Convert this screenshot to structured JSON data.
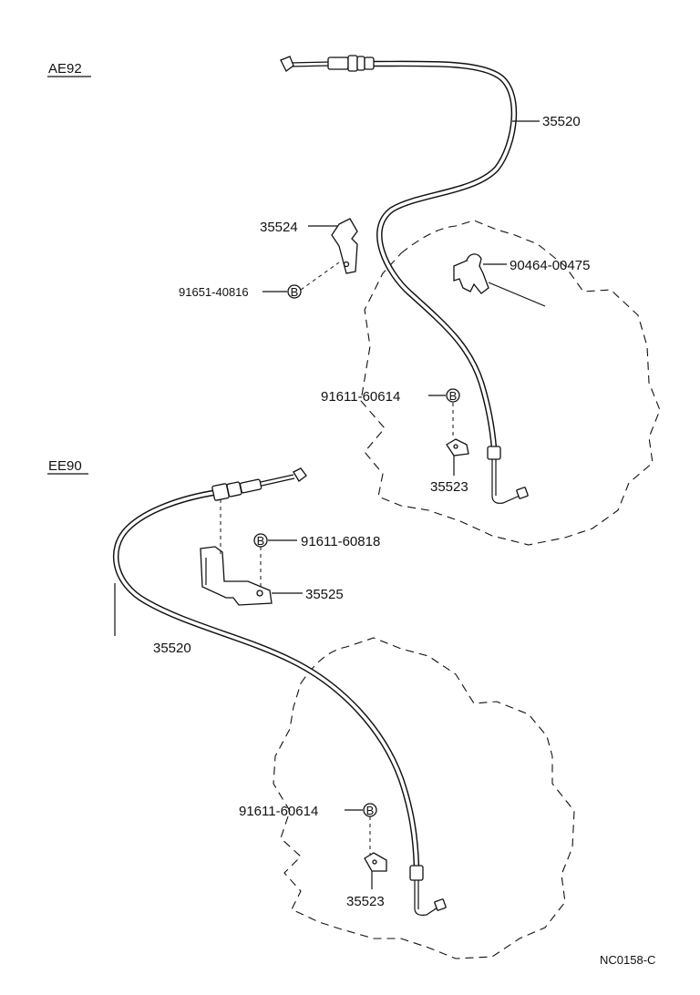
{
  "sections": {
    "ae92": {
      "label": "AE92"
    },
    "ee90": {
      "label": "EE90"
    }
  },
  "callouts": {
    "ae92_cable": "35520",
    "ae92_bracket": "35524",
    "ae92_bracket_bolt": "91651-40816",
    "ae92_clamp": "90464-00475",
    "ae92_bolt": "91611-60614",
    "ae92_plate": "35523",
    "ee90_bracket_bolt": "91611-60818",
    "ee90_bracket": "35525",
    "ee90_cable": "35520",
    "ee90_bolt": "91611-60614",
    "ee90_plate": "35523"
  },
  "bolt_marker": "B",
  "drawing_code": "NC0158-C"
}
